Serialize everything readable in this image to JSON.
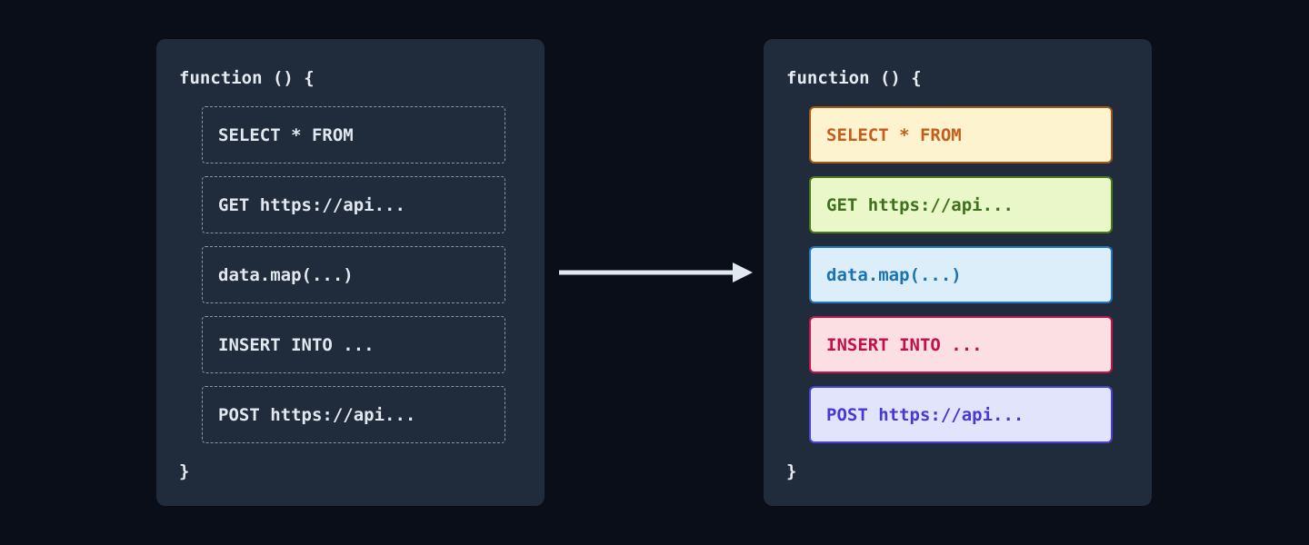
{
  "colors": {
    "page_bg": "#0a0e18",
    "panel_bg": "#202b3b",
    "code_text": "#e7ecf3",
    "dashed_border": "#8b97a9",
    "dashed_text": "#e2e8f0",
    "arrow": "#e2e8f0"
  },
  "before_panel": {
    "header": "function () {",
    "footer": "}",
    "items": [
      {
        "label": "SELECT * FROM"
      },
      {
        "label": "GET https://api..."
      },
      {
        "label": "data.map(...)"
      },
      {
        "label": "INSERT INTO ..."
      },
      {
        "label": "POST https://api..."
      }
    ]
  },
  "after_panel": {
    "header": "function () {",
    "footer": "}",
    "items": [
      {
        "label": "SELECT * FROM",
        "bg": "#fdf3cf",
        "border": "#a3571a",
        "text": "#c45e1a"
      },
      {
        "label": "GET https://api...",
        "bg": "#e9f7c9",
        "border": "#4a7a1c",
        "text": "#3f701d"
      },
      {
        "label": "data.map(...)",
        "bg": "#ddeefb",
        "border": "#2478b8",
        "text": "#1973b4"
      },
      {
        "label": "INSERT INTO ...",
        "bg": "#fcdfe3",
        "border": "#c2174e",
        "text": "#c50f4c"
      },
      {
        "label": "POST https://api...",
        "bg": "#e2e4fc",
        "border": "#4d42d6",
        "text": "#4838d4"
      }
    ]
  }
}
